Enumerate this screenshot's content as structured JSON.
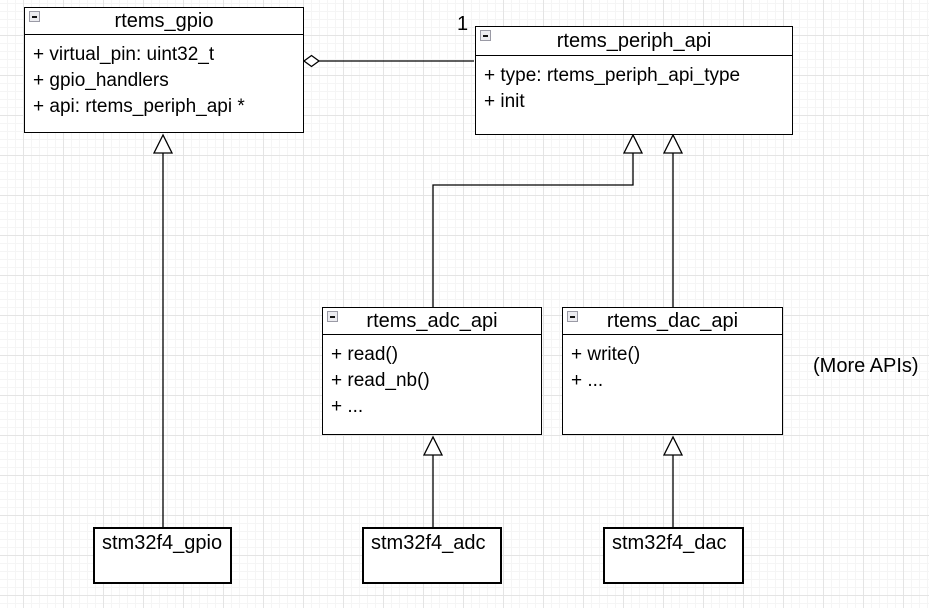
{
  "diagram": {
    "classes": {
      "rtems_gpio": {
        "name": "rtems_gpio",
        "attributes": [
          "+ virtual_pin: uint32_t",
          "+ gpio_handlers",
          "+ api: rtems_periph_api *"
        ]
      },
      "rtems_periph_api": {
        "name": "rtems_periph_api",
        "attributes": [
          "+ type: rtems_periph_api_type",
          "+ init"
        ]
      },
      "rtems_adc_api": {
        "name": "rtems_adc_api",
        "attributes": [
          "+ read()",
          "+ read_nb()",
          "+ ..."
        ]
      },
      "rtems_dac_api": {
        "name": "rtems_dac_api",
        "attributes": [
          "+ write()",
          "+ ..."
        ]
      },
      "stm32f4_gpio": {
        "name": "stm32f4_gpio"
      },
      "stm32f4_adc": {
        "name": "stm32f4_adc"
      },
      "stm32f4_dac": {
        "name": "stm32f4_dac"
      }
    },
    "edges": {
      "aggregation_multiplicity": "1"
    },
    "annotations": {
      "more_apis": "(More APIs)"
    },
    "colors": {
      "stroke": "#000000",
      "box_fill": "#ffffff",
      "grid_major": "#e4e4e4",
      "grid_minor": "#f5f5f5",
      "collapse_icon_fill": "#ececf0"
    }
  }
}
